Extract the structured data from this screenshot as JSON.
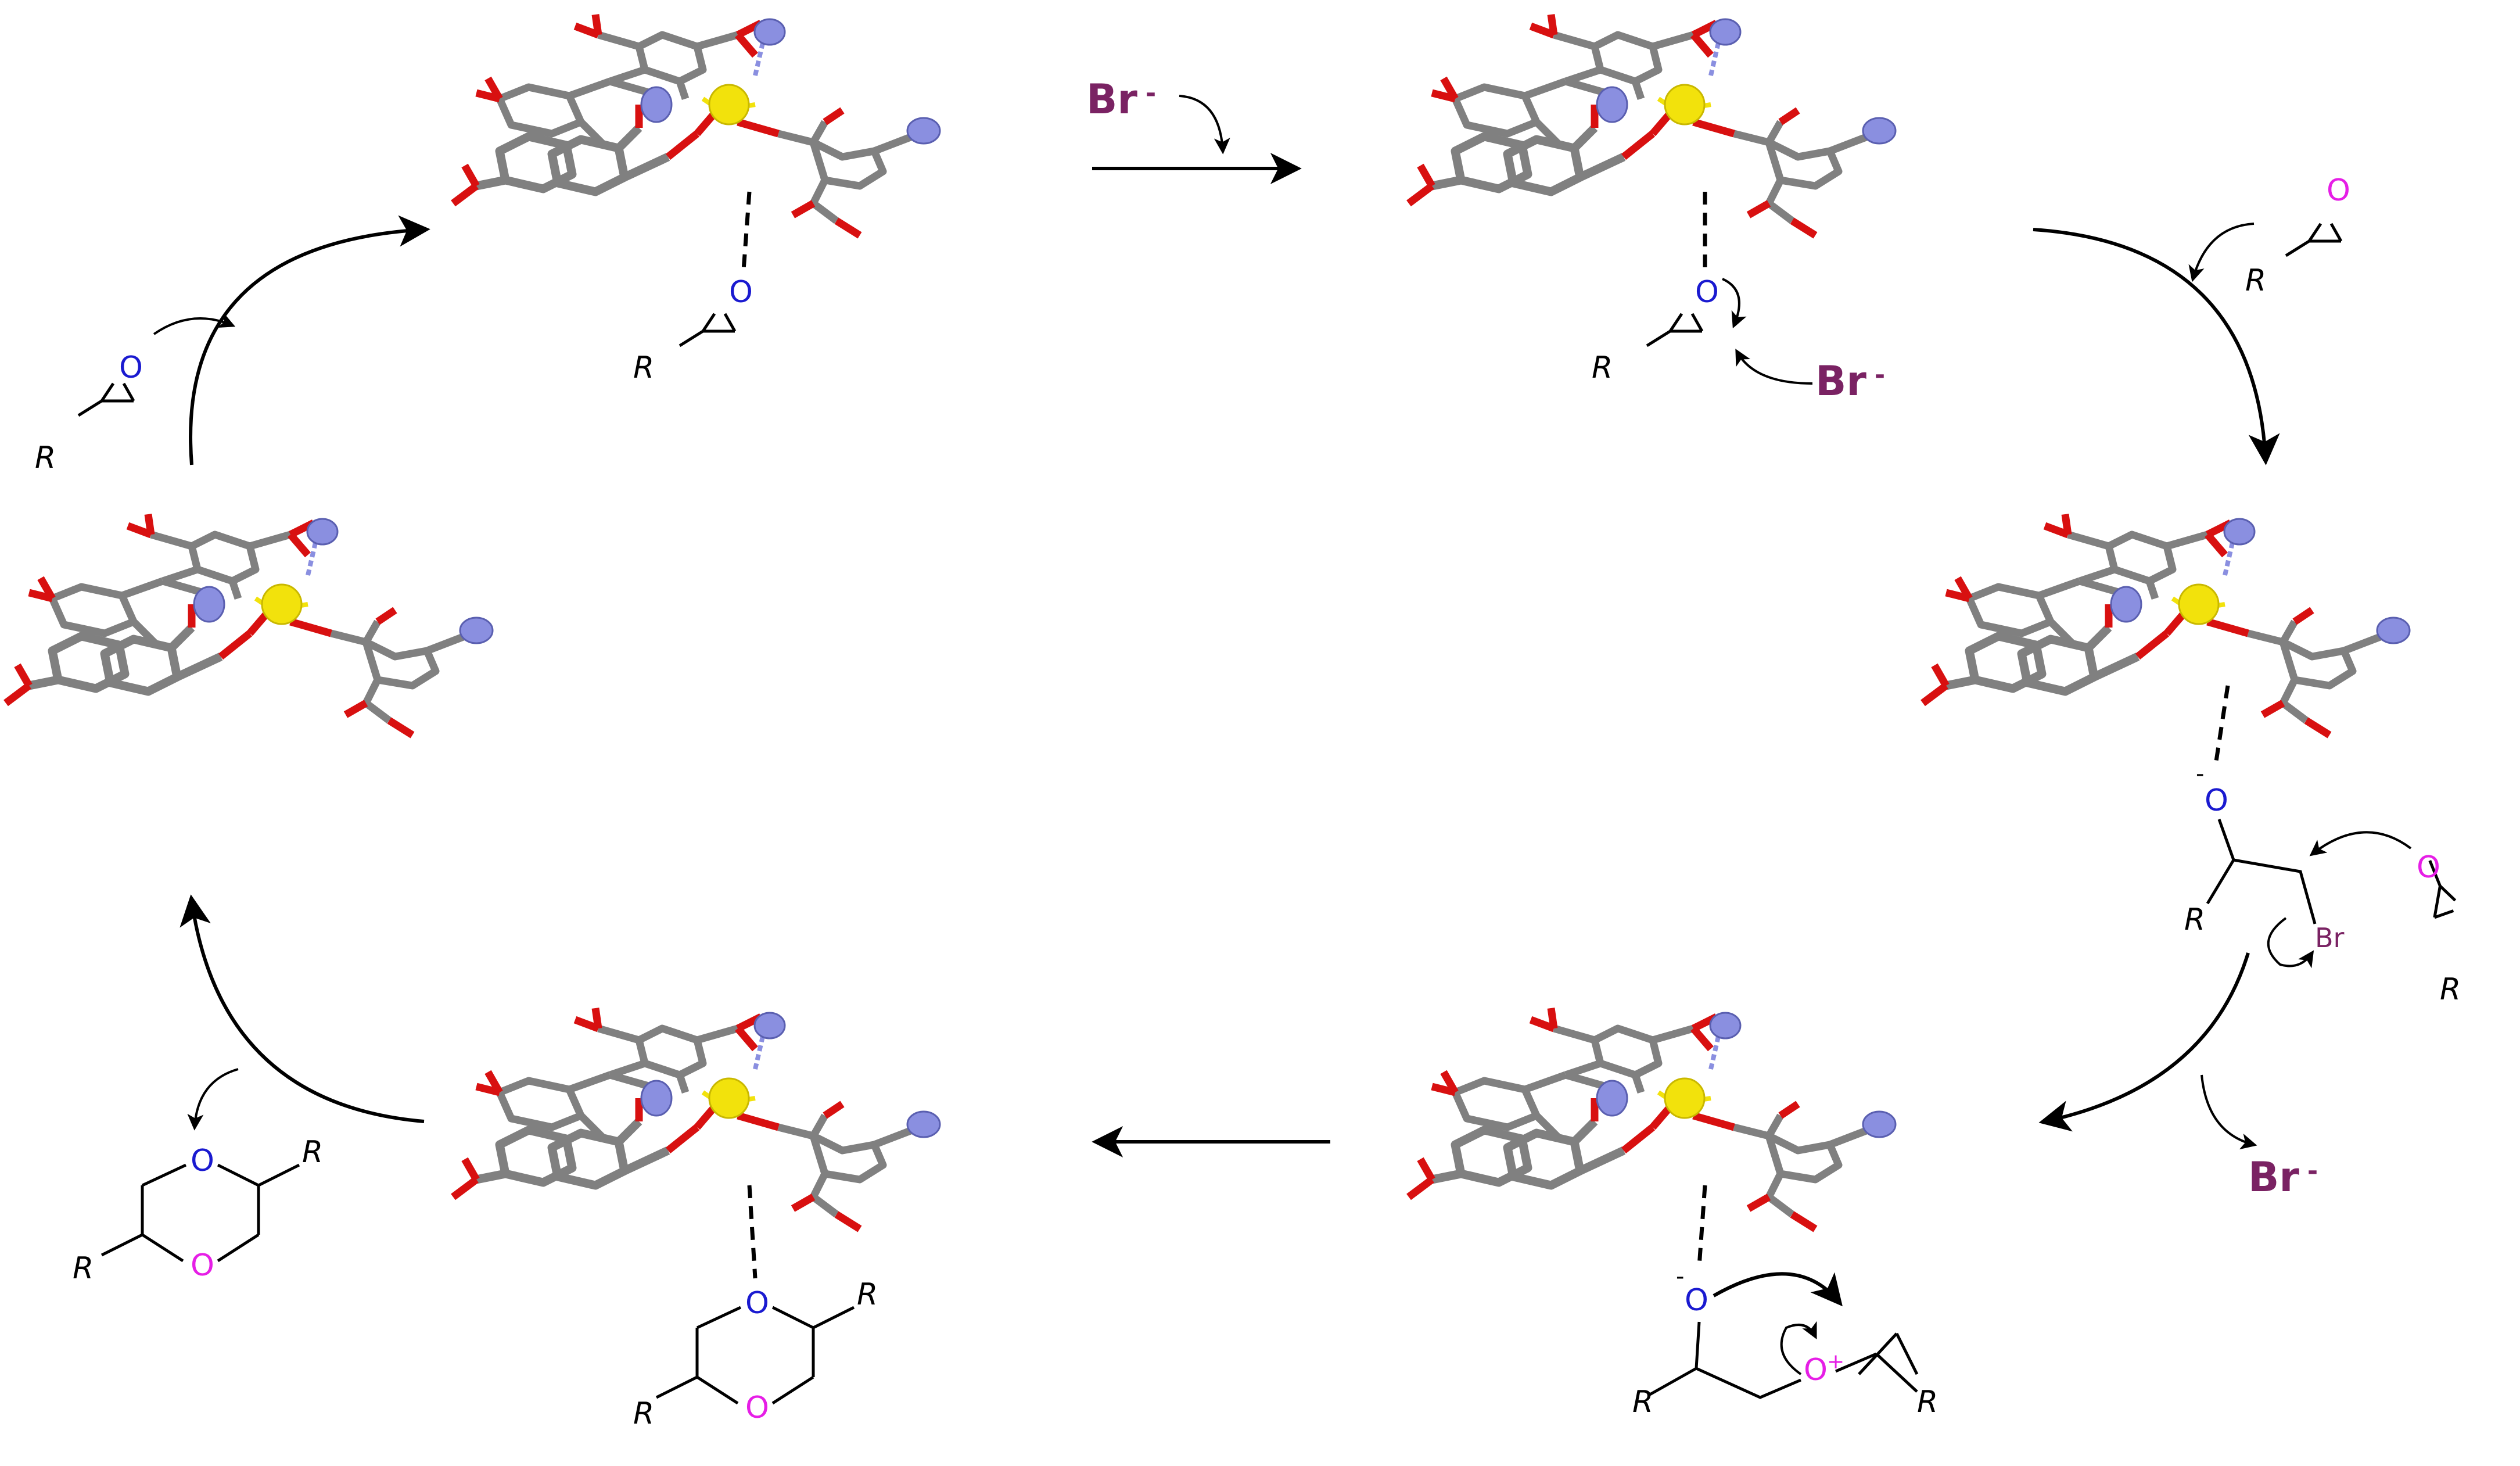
{
  "labels": {
    "bromide": "Br",
    "bromide_charge": "-",
    "r_group": "R",
    "oxygen": "O",
    "bromine_atom": "Br",
    "oxide_charge": "-",
    "oxonium_charge": "+"
  },
  "colors": {
    "bromide": "#7a2263",
    "oxygen_coordinated": "#1a1ad0",
    "oxygen_incoming": "#e61ee6",
    "metal_center": "#f2e20c",
    "nitrogen": "#8a8fe0",
    "carboxylate_oxygen": "#d81010",
    "framework_bonds": "#808080",
    "arrows": "#000000"
  },
  "icons": {
    "mof_fragment": "mof-fragment-icon",
    "epoxide": "epoxide-icon",
    "dioxane": "dioxane-icon"
  }
}
